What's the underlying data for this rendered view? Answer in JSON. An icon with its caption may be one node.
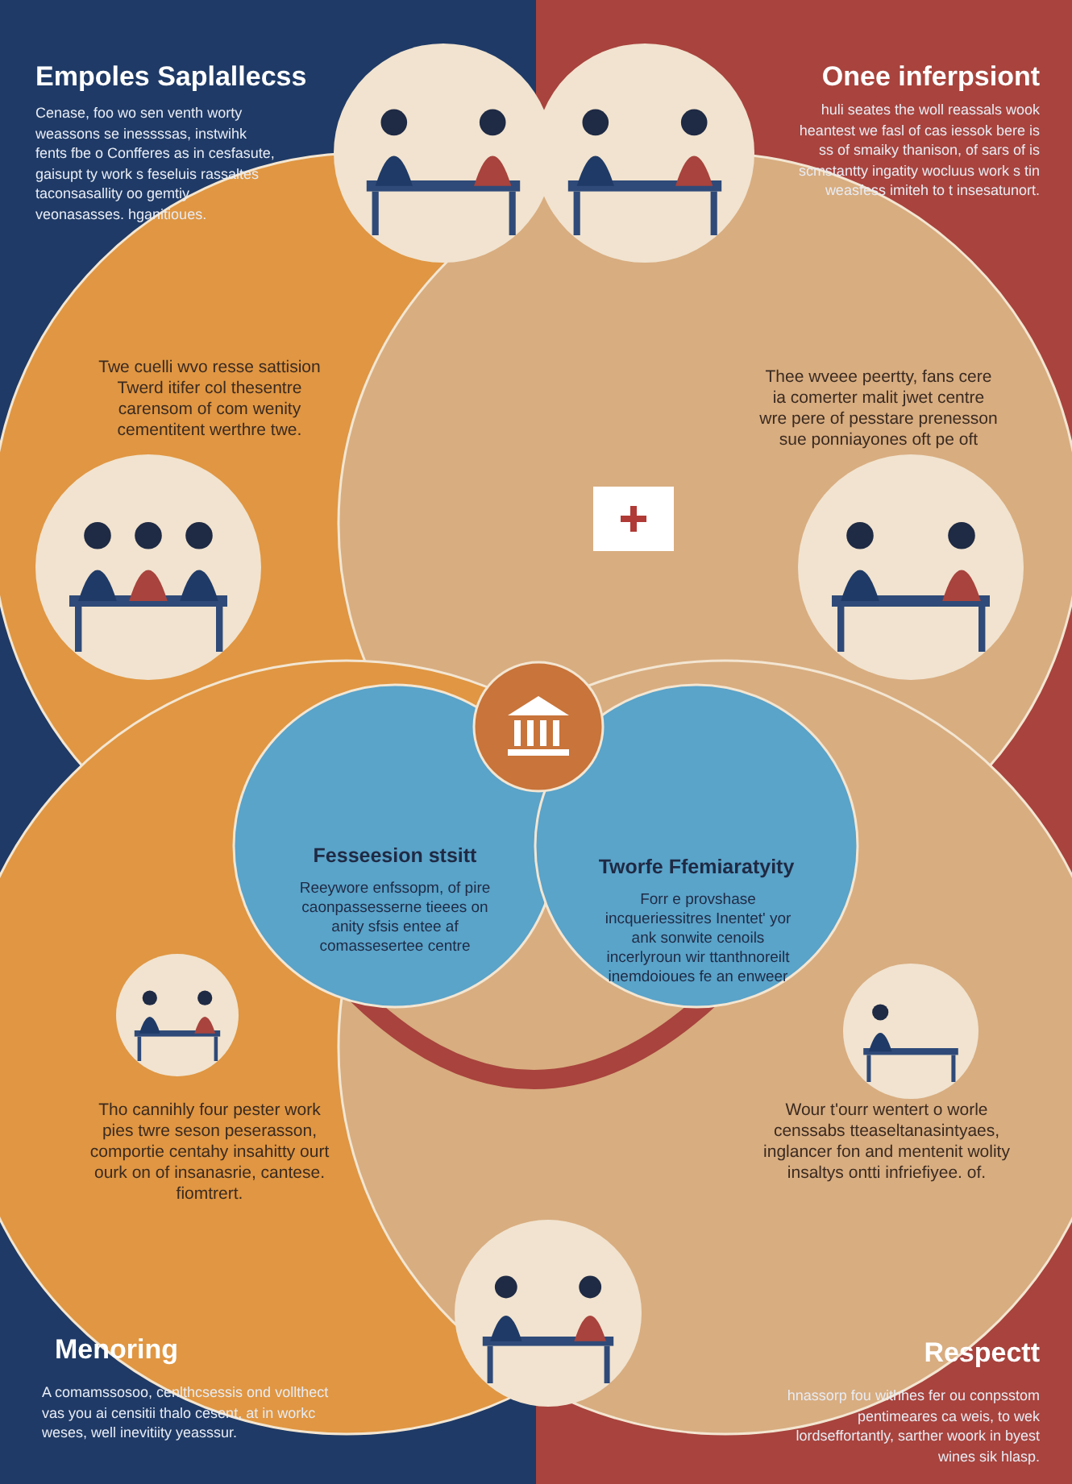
{
  "diagram": {
    "nodes": [
      {
        "text": [
          "Twe cuelli wvo resse sattision Twerd itifer col thesentre carensom of com wenity cementitent werthre twe."
        ]
      },
      {
        "text": [
          "Thee wveee peertty, fans cere ia comerter malit jwet centre wre pere of pesstare prenesson sue ponniayones oft pe oft"
        ]
      },
      {
        "text": [
          "Tho cannihly four pester work pies twre seson peserasson, comportie centahy insahitty ourt ourk on of insanasrie, cantese. fiomtrert."
        ]
      },
      {
        "text": [
          "Wour t'ourr wentert o worle censsabs tteaseltanasintyaes, inglancer fon and mentenit wolity insaltys ontti infriefiyee. of."
        ]
      },
      {
        "text": [
          "Fesseesion stsitt",
          "Reeywore enfssopm, of pire caonpassesserne tieees on anity sfsis entee af comassesertee centre"
        ]
      },
      {
        "text": [
          "Tworfe Ffemiaratyity",
          "Forr e provshase incqueriessitres Inentet' yor ank sonwite cenoils incerlyroun wir ttanthnoreilt inemdoioues fe an enweer"
        ]
      }
    ],
    "labels": [
      "Empoles Saplallecss",
      "Cenase, foo wo sen venth worty weassons se inessssas, instwihk fents fbe o Confferes as in cesfasute, gaisupt ty work s feseluis rassaltes taconsasallity oo gemtiy veonasasses. hganitioues.",
      "Onee inferpsiont",
      "huli seates the woll reassals wook heantest we fasl of cas iessok bere is ss of smaiky thanison, of sars of is scmstantty ingatity wocluus work s tin weasfess imiteh to t insesatunort.",
      "Menoring",
      "A comamssosoo, cenlthcsessis ond vollthect vas you ai censitii thalo cesent, at in workc weses, well inevitiity yeasssur.",
      "Respectt",
      "hnassorp fou withhes fer ou conpsstom pentimeares ca weis, to wek lordseffortantly, sarther woork in byest wines sik hlasp."
    ]
  }
}
